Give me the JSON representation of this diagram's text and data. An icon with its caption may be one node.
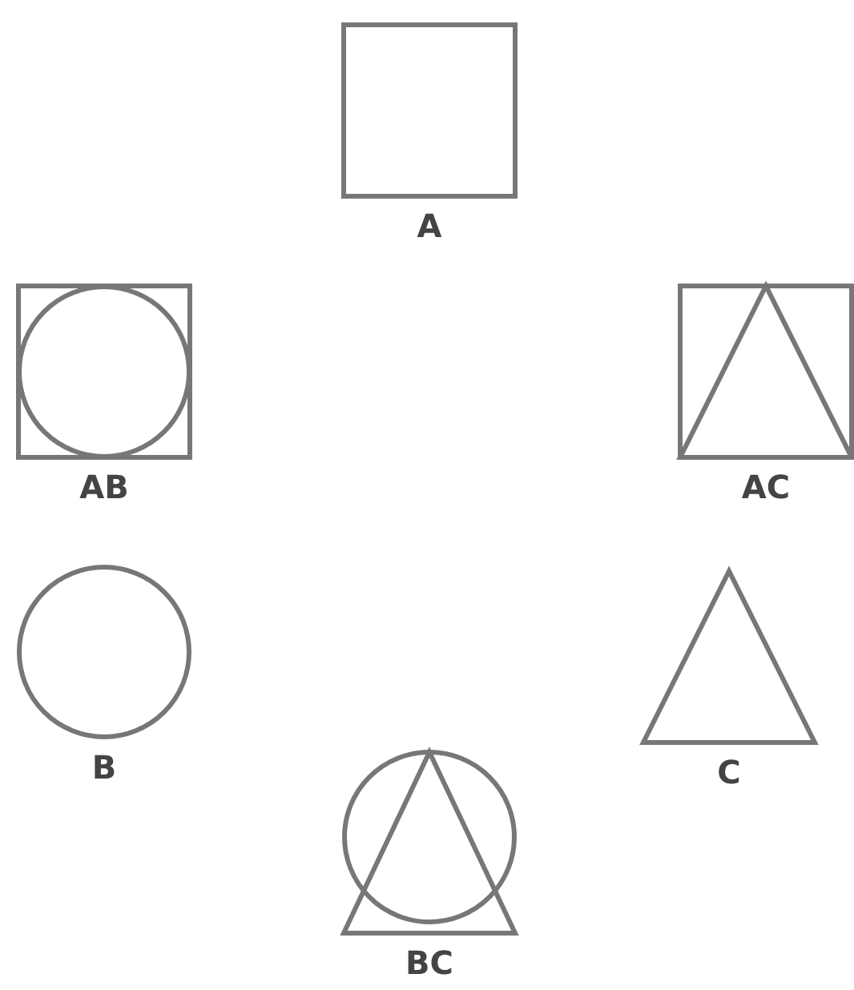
{
  "diagram": {
    "nodes": [
      {
        "text": [
          "A"
        ]
      },
      {
        "text": [
          "AB"
        ]
      },
      {
        "text": [
          "AC"
        ]
      },
      {
        "text": [
          "B"
        ]
      },
      {
        "text": [
          "C"
        ]
      },
      {
        "text": [
          "BC"
        ]
      }
    ]
  }
}
